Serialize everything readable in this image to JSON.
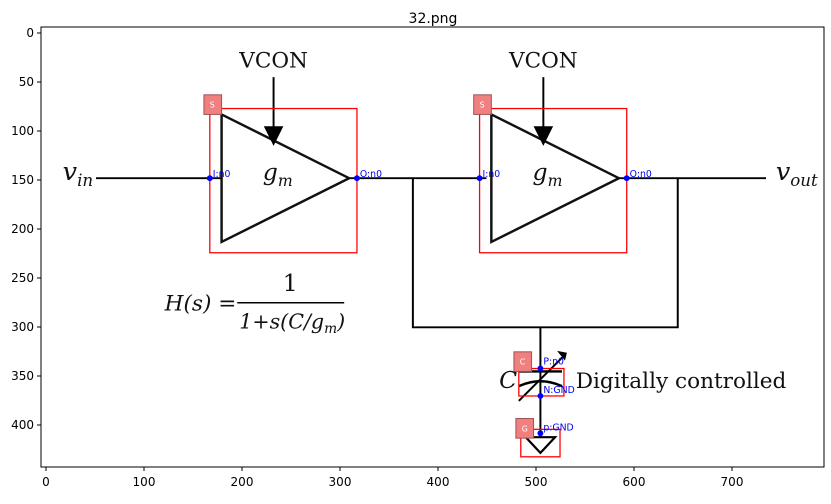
{
  "figure": {
    "title": "32.png",
    "x_ticks": [
      "0",
      "100",
      "200",
      "300",
      "400",
      "500",
      "600",
      "700"
    ],
    "y_ticks": [
      "0",
      "50",
      "100",
      "150",
      "200",
      "250",
      "300",
      "350",
      "400"
    ]
  },
  "schematic": {
    "vcon_left": "VCON",
    "vcon_right": "VCON",
    "gm_left": "g",
    "gm_left_sub": "m",
    "gm_right": "g",
    "gm_right_sub": "m",
    "vin": "v",
    "vin_sub": "in",
    "vout": "v",
    "vout_sub": "out",
    "tf_lhs": "H(s) =",
    "tf_num": "1",
    "tf_den": "1+s(C/g",
    "tf_den_sub": "m",
    "tf_den_close": ")",
    "cap_label": "C",
    "cap_note": "Digitally controlled"
  },
  "annotations": {
    "box_left": {
      "tag": "S",
      "pin_in": "I:n0",
      "pin_out": "O:n0"
    },
    "box_right": {
      "tag": "S",
      "pin_in": "I:n0",
      "pin_out": "O:n0"
    },
    "box_cap": {
      "tag": "C",
      "pin_p": "P:n0",
      "pin_n": "N:GND"
    },
    "box_gnd": {
      "tag": "G",
      "pin": "p:GND"
    },
    "colors": {
      "box": "#ff0000",
      "pin": "#0000ff",
      "tag_fill": "#f08080",
      "wire": "#000000"
    }
  }
}
